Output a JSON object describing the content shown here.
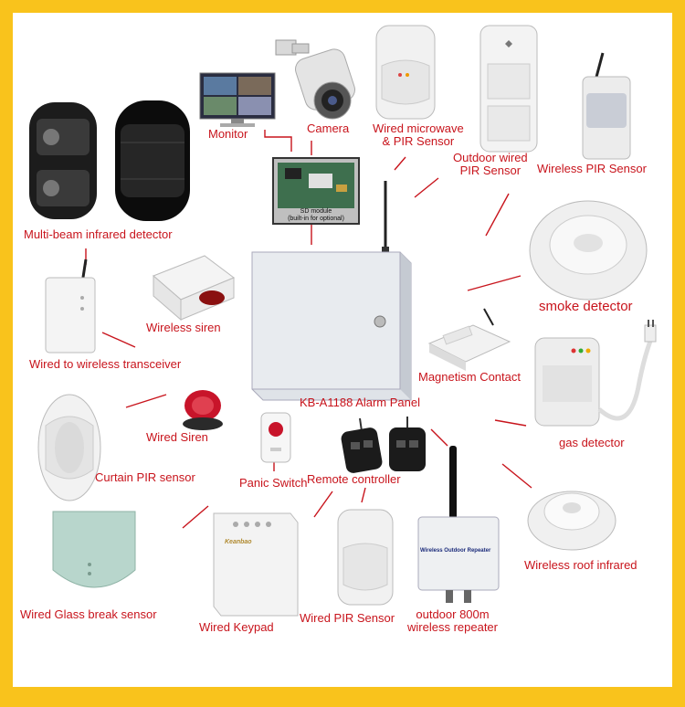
{
  "colors": {
    "frame": "#f9c31c",
    "label": "#c8141c",
    "line": "#c8141c"
  },
  "center": {
    "label": "KB-A1188 Alarm Panel",
    "sd_module_line1": "SD module",
    "sd_module_line2": "(built-in for optional)"
  },
  "labels": {
    "monitor": "Monitor",
    "camera": "Camera",
    "microwave_line1": "Wired microwave",
    "microwave_line2": "& PIR Sensor",
    "outdoor_pir_line1": "Outdoor wired",
    "outdoor_pir_line2": "PIR Sensor",
    "wireless_pir": "Wireless PIR Sensor",
    "multibeam": "Multi-beam infrared detector",
    "smoke": "smoke detector",
    "wireless_siren": "Wireless siren",
    "transceiver": "Wired to wireless transceiver",
    "magnetism": "Magnetism Contact",
    "wired_siren": "Wired Siren",
    "gas": "gas detector",
    "curtain": "Curtain PIR sensor",
    "panic": "Panic Switch",
    "remote": "Remote controller",
    "roof": "Wireless roof infrared",
    "glass": "Wired Glass break sensor",
    "keypad": "Wired Keypad",
    "wired_pir": "Wired PIR Sensor",
    "repeater_line1": "outdoor 800m",
    "repeater_line2": "wireless repeater"
  },
  "device_text": {
    "keypad_brand": "Keanbao",
    "repeater_tag": "Wireless Outdoor Repeater"
  }
}
